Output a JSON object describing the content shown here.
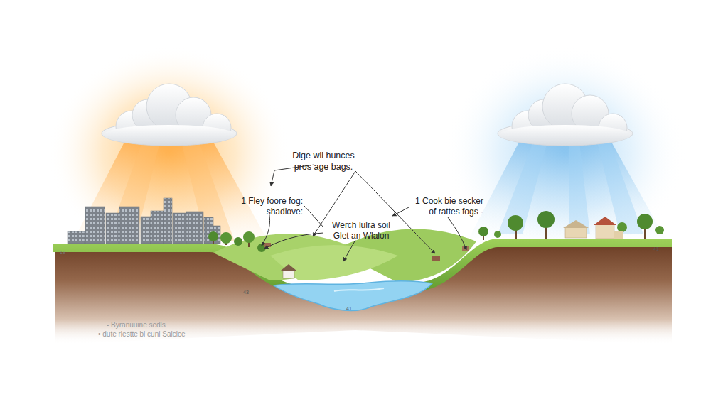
{
  "diagram": {
    "labels": [
      "Dige wil hunces pros age bags.",
      "1 Fley foore fog: shadlove:",
      "1 Cook bie secker of rattes fogs -",
      "Werch lulra soil Glet an Wlalon",
      "19",
      "43",
      "41",
      "41",
      "- Byranuuine sedls",
      "• dute rlestte bl cunl Salcice"
    ]
  }
}
